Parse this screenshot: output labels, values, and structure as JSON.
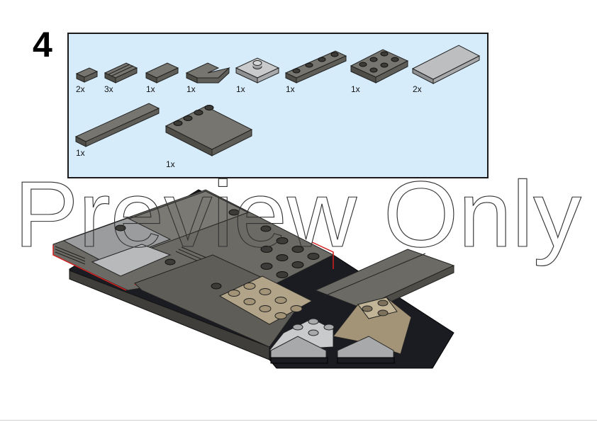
{
  "step": {
    "number": "4"
  },
  "parts": [
    {
      "id": "tile-1x1",
      "qty": "2x"
    },
    {
      "id": "grille-1x2",
      "qty": "3x"
    },
    {
      "id": "tile-1x2",
      "qty": "1x"
    },
    {
      "id": "corner-plate-2x2",
      "qty": "1x"
    },
    {
      "id": "jumper-plate-2x2-light",
      "qty": "1x"
    },
    {
      "id": "plate-1x4",
      "qty": "1x"
    },
    {
      "id": "plate-2x3",
      "qty": "1x"
    },
    {
      "id": "tile-2x4-light",
      "qty": "2x"
    },
    {
      "id": "tile-1x8",
      "qty": "1x"
    },
    {
      "id": "plate-4x4",
      "qty": "1x"
    }
  ],
  "watermark": {
    "text": "Preview Only"
  },
  "colors": {
    "callout_bg": "#d6ecfb",
    "dark_bluish_gray": "#5f5d57",
    "light_bluish_gray": "#a8a9ab",
    "tan_dark": "#a39478",
    "black": "#1b1c22",
    "highlight_red": "#d42020"
  }
}
